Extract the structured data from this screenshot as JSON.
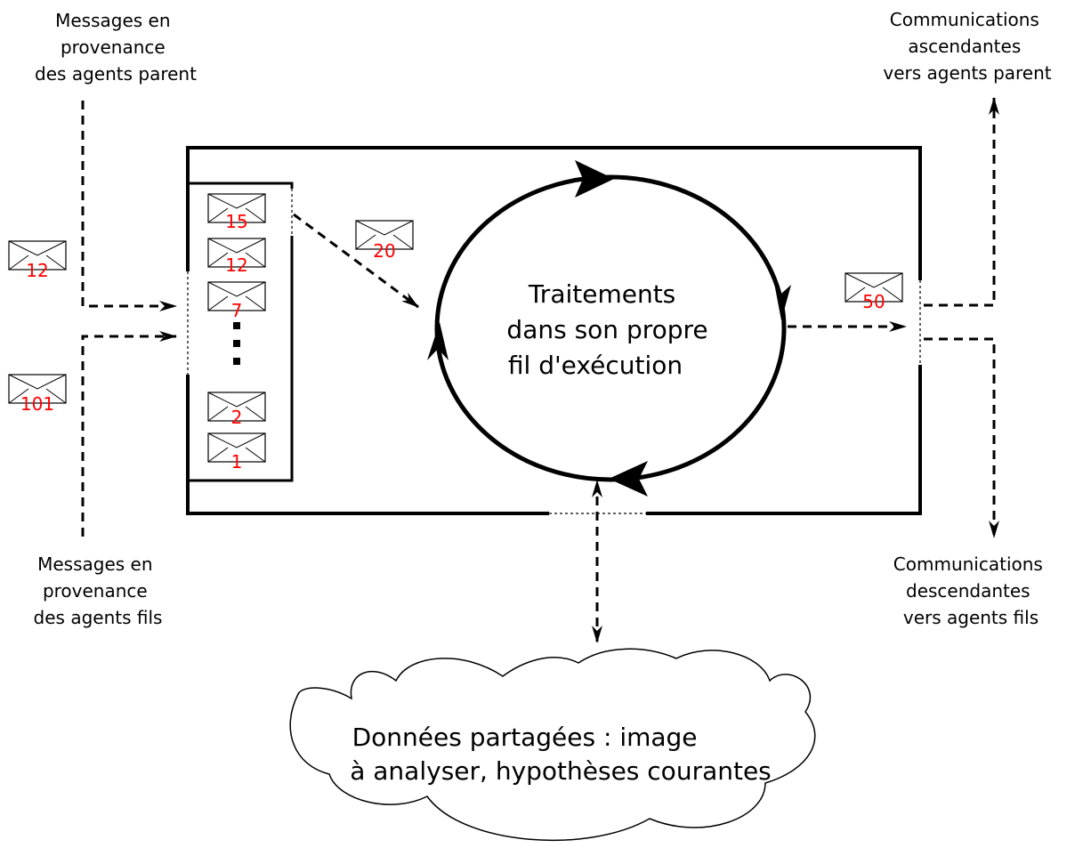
{
  "labels": {
    "top_left": [
      "Messages en",
      "provenance",
      "des agents parent"
    ],
    "bottom_left": [
      "Messages en",
      "provenance",
      "des agents fils"
    ],
    "top_right": [
      "Communications",
      "ascendantes",
      "vers agents parent"
    ],
    "bottom_right": [
      "Communications",
      "descendantes",
      "vers agents fils"
    ],
    "center": [
      "Traitements",
      "dans son propre",
      "fil d'exécution"
    ],
    "cloud": [
      "Données partagées : image",
      "à analyser, hypothèses courantes"
    ]
  },
  "envelopes": {
    "incoming_parent": "12",
    "incoming_child": "101",
    "queue": [
      "15",
      "12",
      "7",
      "2",
      "1"
    ],
    "dequeued": "20",
    "outgoing": "50"
  },
  "colors": {
    "number": "#ff0000",
    "stroke": "#000000"
  }
}
